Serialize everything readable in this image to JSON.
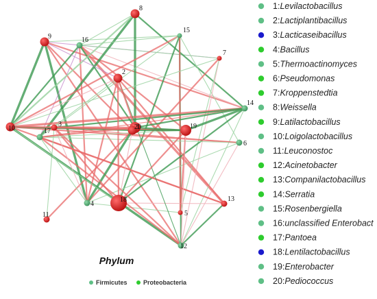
{
  "colors": {
    "firmicutes": "#5fbf86",
    "proteobacteria": "#2ecc2e",
    "lacticaseibacillus_type": "#1a1acc",
    "node_red": "#cc1a1a",
    "node_green": "#4daa6e",
    "edge_positive": "#3d9a52",
    "edge_negative": "#e86a6a",
    "edge_light_pos": "#9ed3a3",
    "edge_light_neg": "#f0b0b8",
    "edge_purple": "#c080c8"
  },
  "network": {
    "nodes": [
      {
        "id": "1",
        "label": "1",
        "color": "node_red",
        "size": "large"
      },
      {
        "id": "2",
        "label": "2",
        "color": "node_red",
        "size": "medium"
      },
      {
        "id": "3",
        "label": "3",
        "color": "node_red",
        "size": "small"
      },
      {
        "id": "4",
        "label": "4",
        "color": "node_green",
        "size": "small"
      },
      {
        "id": "5",
        "label": "5",
        "color": "node_red",
        "size": "tiny"
      },
      {
        "id": "6",
        "label": "6",
        "color": "node_green",
        "size": "small"
      },
      {
        "id": "7",
        "label": "7",
        "color": "node_red",
        "size": "tiny"
      },
      {
        "id": "8",
        "label": "8",
        "color": "node_red",
        "size": "medium"
      },
      {
        "id": "9",
        "label": "9",
        "color": "node_red",
        "size": "medium"
      },
      {
        "id": "10",
        "label": "10",
        "color": "node_red",
        "size": "medium"
      },
      {
        "id": "11",
        "label": "11",
        "color": "node_red",
        "size": "small"
      },
      {
        "id": "12",
        "label": "12",
        "color": "node_green",
        "size": "small"
      },
      {
        "id": "13",
        "label": "13",
        "color": "node_red",
        "size": "small"
      },
      {
        "id": "14",
        "label": "14",
        "color": "node_green",
        "size": "small"
      },
      {
        "id": "15",
        "label": "15",
        "color": "node_green",
        "size": "tiny"
      },
      {
        "id": "16",
        "label": "16",
        "color": "node_green",
        "size": "small"
      },
      {
        "id": "17",
        "label": "17",
        "color": "node_green",
        "size": "small"
      },
      {
        "id": "18",
        "label": "18",
        "color": "node_red",
        "size": "xlarge"
      },
      {
        "id": "19",
        "label": "19",
        "color": "node_red",
        "size": "large"
      },
      {
        "id": "20",
        "label": "20",
        "color": "node_red",
        "size": "medium"
      }
    ],
    "edges": [
      {
        "s": "9",
        "t": "4",
        "type": "pos",
        "w": 3
      },
      {
        "s": "9",
        "t": "10",
        "type": "pos",
        "w": 3
      },
      {
        "s": "9",
        "t": "20",
        "type": "neg",
        "w": 2
      },
      {
        "s": "9",
        "t": "12",
        "type": "neg",
        "w": 2
      },
      {
        "s": "9",
        "t": "14",
        "type": "neg",
        "w": 2
      },
      {
        "s": "9",
        "t": "15",
        "type": "light_pos",
        "w": 1
      },
      {
        "s": "9",
        "t": "7",
        "type": "purple",
        "w": 1
      },
      {
        "s": "16",
        "t": "10",
        "type": "pos",
        "w": 2
      },
      {
        "s": "16",
        "t": "19",
        "type": "neg",
        "w": 2
      },
      {
        "s": "16",
        "t": "13",
        "type": "neg",
        "w": 3
      },
      {
        "s": "16",
        "t": "4",
        "type": "neg",
        "w": 2
      },
      {
        "s": "16",
        "t": "14",
        "type": "light_neg",
        "w": 1
      },
      {
        "s": "16",
        "t": "7",
        "type": "light_pos",
        "w": 1
      },
      {
        "s": "16",
        "t": "17",
        "type": "purple",
        "w": 1
      },
      {
        "s": "16",
        "t": "1",
        "type": "pos",
        "w": 2
      },
      {
        "s": "8",
        "t": "1",
        "type": "pos",
        "w": 3
      },
      {
        "s": "8",
        "t": "17",
        "type": "pos",
        "w": 3
      },
      {
        "s": "8",
        "t": "10",
        "type": "light_pos",
        "w": 2
      },
      {
        "s": "8",
        "t": "14",
        "type": "pos",
        "w": 2
      },
      {
        "s": "8",
        "t": "16",
        "type": "light_pos",
        "w": 1
      },
      {
        "s": "15",
        "t": "12",
        "type": "pos",
        "w": 2
      },
      {
        "s": "15",
        "t": "18",
        "type": "pos",
        "w": 2
      },
      {
        "s": "15",
        "t": "5",
        "type": "neg",
        "w": 2
      },
      {
        "s": "15",
        "t": "10",
        "type": "neg",
        "w": 2
      },
      {
        "s": "15",
        "t": "3",
        "type": "light_pos",
        "w": 1
      },
      {
        "s": "15",
        "t": "6",
        "type": "light_pos",
        "w": 1
      },
      {
        "s": "15",
        "t": "16",
        "type": "light_pos",
        "w": 1
      },
      {
        "s": "7",
        "t": "4",
        "type": "neg",
        "w": 2
      },
      {
        "s": "7",
        "t": "12",
        "type": "light_neg",
        "w": 1
      },
      {
        "s": "7",
        "t": "10",
        "type": "light_pos",
        "w": 1
      },
      {
        "s": "7",
        "t": "5",
        "type": "light_pos",
        "w": 1
      },
      {
        "s": "14",
        "t": "10",
        "type": "neg",
        "w": 3
      },
      {
        "s": "14",
        "t": "18",
        "type": "pos",
        "w": 2
      },
      {
        "s": "14",
        "t": "12",
        "type": "light_pos",
        "w": 1
      },
      {
        "s": "14",
        "t": "3",
        "type": "pos",
        "w": 2
      },
      {
        "s": "14",
        "t": "17",
        "type": "neg",
        "w": 1
      },
      {
        "s": "14",
        "t": "19",
        "type": "pos",
        "w": 3
      },
      {
        "s": "6",
        "t": "10",
        "type": "neg",
        "w": 2
      },
      {
        "s": "6",
        "t": "4",
        "type": "light_pos",
        "w": 1
      },
      {
        "s": "6",
        "t": "12",
        "type": "light_neg",
        "w": 1
      },
      {
        "s": "6",
        "t": "17",
        "type": "light_pos",
        "w": 1
      },
      {
        "s": "6",
        "t": "3",
        "type": "neg",
        "w": 1
      },
      {
        "s": "13",
        "t": "10",
        "type": "neg",
        "w": 2
      },
      {
        "s": "13",
        "t": "12",
        "type": "pos",
        "w": 2
      },
      {
        "s": "13",
        "t": "17",
        "type": "neg",
        "w": 2
      },
      {
        "s": "13",
        "t": "18",
        "type": "light_neg",
        "w": 1
      },
      {
        "s": "13",
        "t": "2",
        "type": "neg",
        "w": 2
      },
      {
        "s": "5",
        "t": "19",
        "type": "neg",
        "w": 2
      },
      {
        "s": "5",
        "t": "4",
        "type": "light_pos",
        "w": 1
      },
      {
        "s": "11",
        "t": "1",
        "type": "neg",
        "w": 2
      },
      {
        "s": "11",
        "t": "3",
        "type": "light_pos",
        "w": 1
      },
      {
        "s": "12",
        "t": "10",
        "type": "pos",
        "w": 3
      },
      {
        "s": "12",
        "t": "17",
        "type": "neg",
        "w": 2
      },
      {
        "s": "12",
        "t": "3",
        "type": "neg",
        "w": 2
      },
      {
        "s": "12",
        "t": "2",
        "type": "pos",
        "w": 1
      },
      {
        "s": "4",
        "t": "20",
        "type": "pos",
        "w": 3
      },
      {
        "s": "4",
        "t": "2",
        "type": "neg",
        "w": 2
      },
      {
        "s": "4",
        "t": "3",
        "type": "light_neg",
        "w": 1
      },
      {
        "s": "4",
        "t": "17",
        "type": "light_pos",
        "w": 1
      },
      {
        "s": "18",
        "t": "3",
        "type": "neg",
        "w": 2
      },
      {
        "s": "18",
        "t": "10",
        "type": "light_pos",
        "w": 1
      },
      {
        "s": "18",
        "t": "2",
        "type": "neg",
        "w": 2
      },
      {
        "s": "18",
        "t": "19",
        "type": "neg",
        "w": 2
      },
      {
        "s": "2",
        "t": "1",
        "type": "neg",
        "w": 2
      },
      {
        "s": "2",
        "t": "10",
        "type": "light_neg",
        "w": 1
      },
      {
        "s": "2",
        "t": "17",
        "type": "light_pos",
        "w": 1
      },
      {
        "s": "10",
        "t": "19",
        "type": "neg",
        "w": 2
      },
      {
        "s": "10",
        "t": "20",
        "type": "pos",
        "w": 2
      },
      {
        "s": "10",
        "t": "1",
        "type": "neg",
        "w": 2
      },
      {
        "s": "17",
        "t": "19",
        "type": "light_pos",
        "w": 1
      },
      {
        "s": "17",
        "t": "1",
        "type": "neg",
        "w": 2
      },
      {
        "s": "3",
        "t": "19",
        "type": "neg",
        "w": 2
      },
      {
        "s": "20",
        "t": "19",
        "type": "pos",
        "w": 2
      },
      {
        "s": "1",
        "t": "19",
        "type": "pos",
        "w": 2
      },
      {
        "s": "1",
        "t": "14",
        "type": "pos",
        "w": 2
      },
      {
        "s": "20",
        "t": "18",
        "type": "light_neg",
        "w": 1
      },
      {
        "s": "19",
        "t": "12",
        "type": "light_neg",
        "w": 1
      },
      {
        "s": "9",
        "t": "2",
        "type": "purple",
        "w": 1
      }
    ]
  },
  "phylum": {
    "title": "Phylum",
    "items": [
      {
        "label": "Firmicutes",
        "color": "firmicutes"
      },
      {
        "label": "Proteobacteria",
        "color": "proteobacteria"
      }
    ]
  },
  "genus_legend": [
    {
      "id": "1:",
      "name": "Levilactobacillus",
      "color": "firmicutes"
    },
    {
      "id": "2:",
      "name": "Lactiplantibacillus",
      "color": "firmicutes"
    },
    {
      "id": "3:",
      "name": "Lacticaseibacillus",
      "color": "lacticaseibacillus_type"
    },
    {
      "id": "4:",
      "name": "Bacillus",
      "color": "proteobacteria"
    },
    {
      "id": "5:",
      "name": "Thermoactinomyces",
      "color": "firmicutes"
    },
    {
      "id": "6:",
      "name": "Pseudomonas",
      "color": "proteobacteria"
    },
    {
      "id": "7:",
      "name": "Kroppenstedtia",
      "color": "proteobacteria"
    },
    {
      "id": "8:",
      "name": "Weissella",
      "color": "firmicutes"
    },
    {
      "id": "9:",
      "name": "Latilactobacillus",
      "color": "proteobacteria"
    },
    {
      "id": "10:",
      "name": "Loigolactobacillus",
      "color": "firmicutes"
    },
    {
      "id": "11:",
      "name": "Leuconostoc",
      "color": "firmicutes"
    },
    {
      "id": "12:",
      "name": "Acinetobacter",
      "color": "proteobacteria"
    },
    {
      "id": "13:",
      "name": "Companilactobacillus",
      "color": "proteobacteria"
    },
    {
      "id": "14:",
      "name": "Serratia",
      "color": "proteobacteria"
    },
    {
      "id": "15:",
      "name": "Rosenbergiella",
      "color": "firmicutes"
    },
    {
      "id": "16:",
      "name": "unclassified Enterobact",
      "color": "firmicutes"
    },
    {
      "id": "17:",
      "name": "Pantoea",
      "color": "proteobacteria"
    },
    {
      "id": "18:",
      "name": "Lentilactobacillus",
      "color": "lacticaseibacillus_type"
    },
    {
      "id": "19:",
      "name": "Enterobacter",
      "color": "firmicutes"
    },
    {
      "id": "20:",
      "name": "Pediococcus",
      "color": "firmicutes"
    }
  ]
}
